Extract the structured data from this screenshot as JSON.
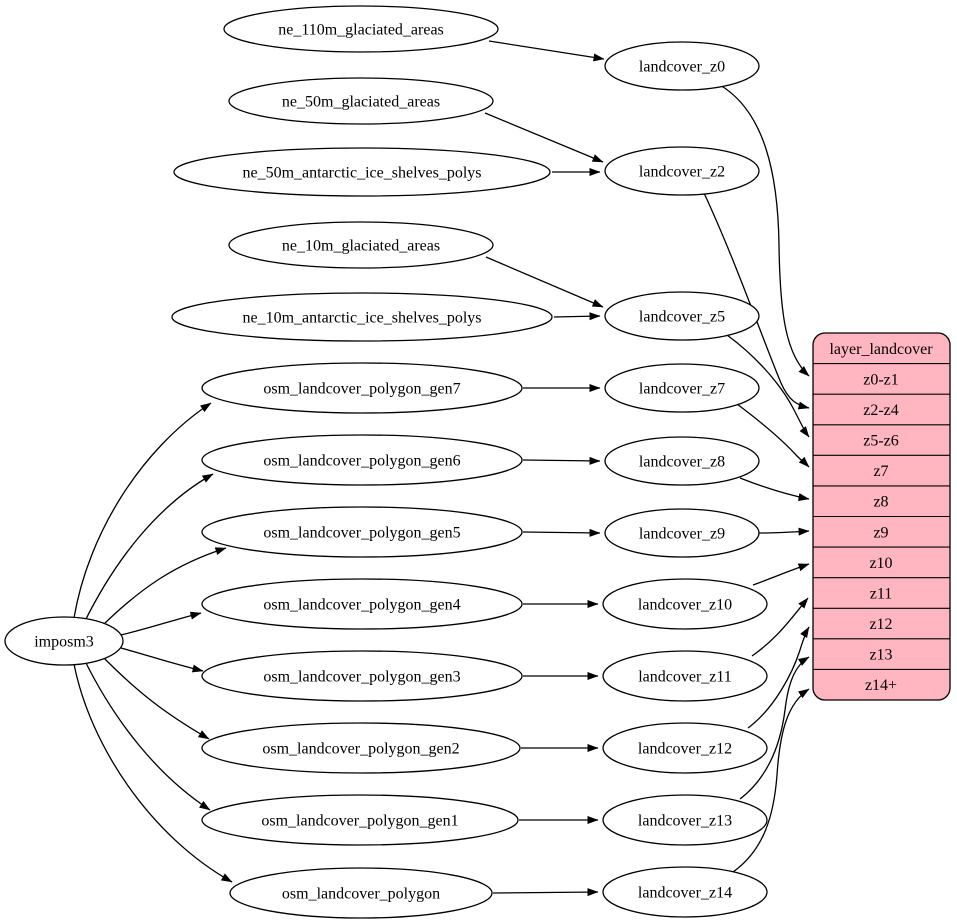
{
  "diagram": {
    "kind": "graphviz-dependency-graph",
    "subject": "landcover layer ETL mapping"
  },
  "colors": {
    "background": "#ffffff",
    "node_fill": "#ffffff",
    "node_stroke": "#000000",
    "edge": "#000000",
    "table_fill": "#ffb6c1",
    "table_stroke": "#000000",
    "text": "#000000"
  },
  "nodes": {
    "imposm3": {
      "label": "imposm3"
    },
    "ne_110m_glaciated_areas": {
      "label": "ne_110m_glaciated_areas"
    },
    "ne_50m_glaciated_areas": {
      "label": "ne_50m_glaciated_areas"
    },
    "ne_50m_antarctic_ice_shelves_polys": {
      "label": "ne_50m_antarctic_ice_shelves_polys"
    },
    "ne_10m_glaciated_areas": {
      "label": "ne_10m_glaciated_areas"
    },
    "ne_10m_antarctic_ice_shelves_polys": {
      "label": "ne_10m_antarctic_ice_shelves_polys"
    },
    "osm_landcover_polygon_gen7": {
      "label": "osm_landcover_polygon_gen7"
    },
    "osm_landcover_polygon_gen6": {
      "label": "osm_landcover_polygon_gen6"
    },
    "osm_landcover_polygon_gen5": {
      "label": "osm_landcover_polygon_gen5"
    },
    "osm_landcover_polygon_gen4": {
      "label": "osm_landcover_polygon_gen4"
    },
    "osm_landcover_polygon_gen3": {
      "label": "osm_landcover_polygon_gen3"
    },
    "osm_landcover_polygon_gen2": {
      "label": "osm_landcover_polygon_gen2"
    },
    "osm_landcover_polygon_gen1": {
      "label": "osm_landcover_polygon_gen1"
    },
    "osm_landcover_polygon": {
      "label": "osm_landcover_polygon"
    },
    "landcover_z0": {
      "label": "landcover_z0"
    },
    "landcover_z2": {
      "label": "landcover_z2"
    },
    "landcover_z5": {
      "label": "landcover_z5"
    },
    "landcover_z7": {
      "label": "landcover_z7"
    },
    "landcover_z8": {
      "label": "landcover_z8"
    },
    "landcover_z9": {
      "label": "landcover_z9"
    },
    "landcover_z10": {
      "label": "landcover_z10"
    },
    "landcover_z11": {
      "label": "landcover_z11"
    },
    "landcover_z12": {
      "label": "landcover_z12"
    },
    "landcover_z13": {
      "label": "landcover_z13"
    },
    "landcover_z14": {
      "label": "landcover_z14"
    }
  },
  "table": {
    "title": "layer_landcover",
    "rows": [
      "z0-z1",
      "z2-z4",
      "z5-z6",
      "z7",
      "z8",
      "z9",
      "z10",
      "z11",
      "z12",
      "z13",
      "z14+"
    ]
  },
  "edges": [
    {
      "from": "imposm3",
      "to": "osm_landcover_polygon_gen7"
    },
    {
      "from": "imposm3",
      "to": "osm_landcover_polygon_gen6"
    },
    {
      "from": "imposm3",
      "to": "osm_landcover_polygon_gen5"
    },
    {
      "from": "imposm3",
      "to": "osm_landcover_polygon_gen4"
    },
    {
      "from": "imposm3",
      "to": "osm_landcover_polygon_gen3"
    },
    {
      "from": "imposm3",
      "to": "osm_landcover_polygon_gen2"
    },
    {
      "from": "imposm3",
      "to": "osm_landcover_polygon_gen1"
    },
    {
      "from": "imposm3",
      "to": "osm_landcover_polygon"
    },
    {
      "from": "ne_110m_glaciated_areas",
      "to": "landcover_z0"
    },
    {
      "from": "ne_50m_glaciated_areas",
      "to": "landcover_z2"
    },
    {
      "from": "ne_50m_antarctic_ice_shelves_polys",
      "to": "landcover_z2"
    },
    {
      "from": "ne_10m_glaciated_areas",
      "to": "landcover_z5"
    },
    {
      "from": "ne_10m_antarctic_ice_shelves_polys",
      "to": "landcover_z5"
    },
    {
      "from": "osm_landcover_polygon_gen7",
      "to": "landcover_z7"
    },
    {
      "from": "osm_landcover_polygon_gen6",
      "to": "landcover_z8"
    },
    {
      "from": "osm_landcover_polygon_gen5",
      "to": "landcover_z9"
    },
    {
      "from": "osm_landcover_polygon_gen4",
      "to": "landcover_z10"
    },
    {
      "from": "osm_landcover_polygon_gen3",
      "to": "landcover_z11"
    },
    {
      "from": "osm_landcover_polygon_gen2",
      "to": "landcover_z12"
    },
    {
      "from": "osm_landcover_polygon_gen1",
      "to": "landcover_z13"
    },
    {
      "from": "osm_landcover_polygon",
      "to": "landcover_z14"
    },
    {
      "from": "landcover_z0",
      "to": "layer_landcover.z0-z1"
    },
    {
      "from": "landcover_z2",
      "to": "layer_landcover.z2-z4"
    },
    {
      "from": "landcover_z5",
      "to": "layer_landcover.z5-z6"
    },
    {
      "from": "landcover_z7",
      "to": "layer_landcover.z7"
    },
    {
      "from": "landcover_z8",
      "to": "layer_landcover.z8"
    },
    {
      "from": "landcover_z9",
      "to": "layer_landcover.z9"
    },
    {
      "from": "landcover_z10",
      "to": "layer_landcover.z10"
    },
    {
      "from": "landcover_z11",
      "to": "layer_landcover.z11"
    },
    {
      "from": "landcover_z12",
      "to": "layer_landcover.z12"
    },
    {
      "from": "landcover_z13",
      "to": "layer_landcover.z13"
    },
    {
      "from": "landcover_z14",
      "to": "layer_landcover.z14+"
    }
  ]
}
